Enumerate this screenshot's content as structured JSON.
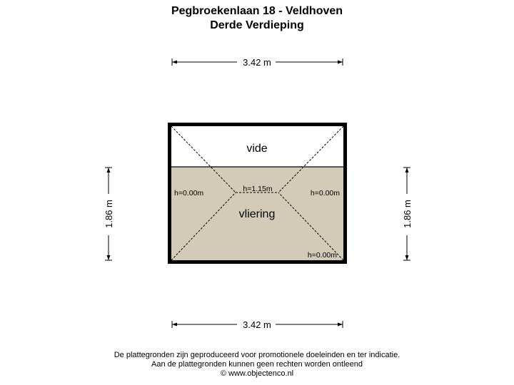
{
  "header": {
    "title": "Pegbroekenlaan 18 - Veldhoven",
    "subtitle": "Derde Verdieping"
  },
  "dimensions": {
    "top": "3.42 m",
    "bottom": "3.42 m",
    "left": "1.86 m",
    "right": "1.86 m"
  },
  "rooms": {
    "vide": "vide",
    "vliering": "vliering"
  },
  "heights": {
    "center": "h=1.15m",
    "left": "h=0.00m",
    "right": "h=0.00m",
    "bottom_right": "h=0.00m"
  },
  "colors": {
    "vliering_fill": "#d3cbb7",
    "wall": "#000000"
  },
  "footer": {
    "line1": "De plattegronden zijn geproduceerd voor promotionele doeleinden en ter indicatie.",
    "line2": "Aan de plattegronden kunnen geen rechten worden ontleend",
    "line3": "© www.objectenco.nl"
  }
}
